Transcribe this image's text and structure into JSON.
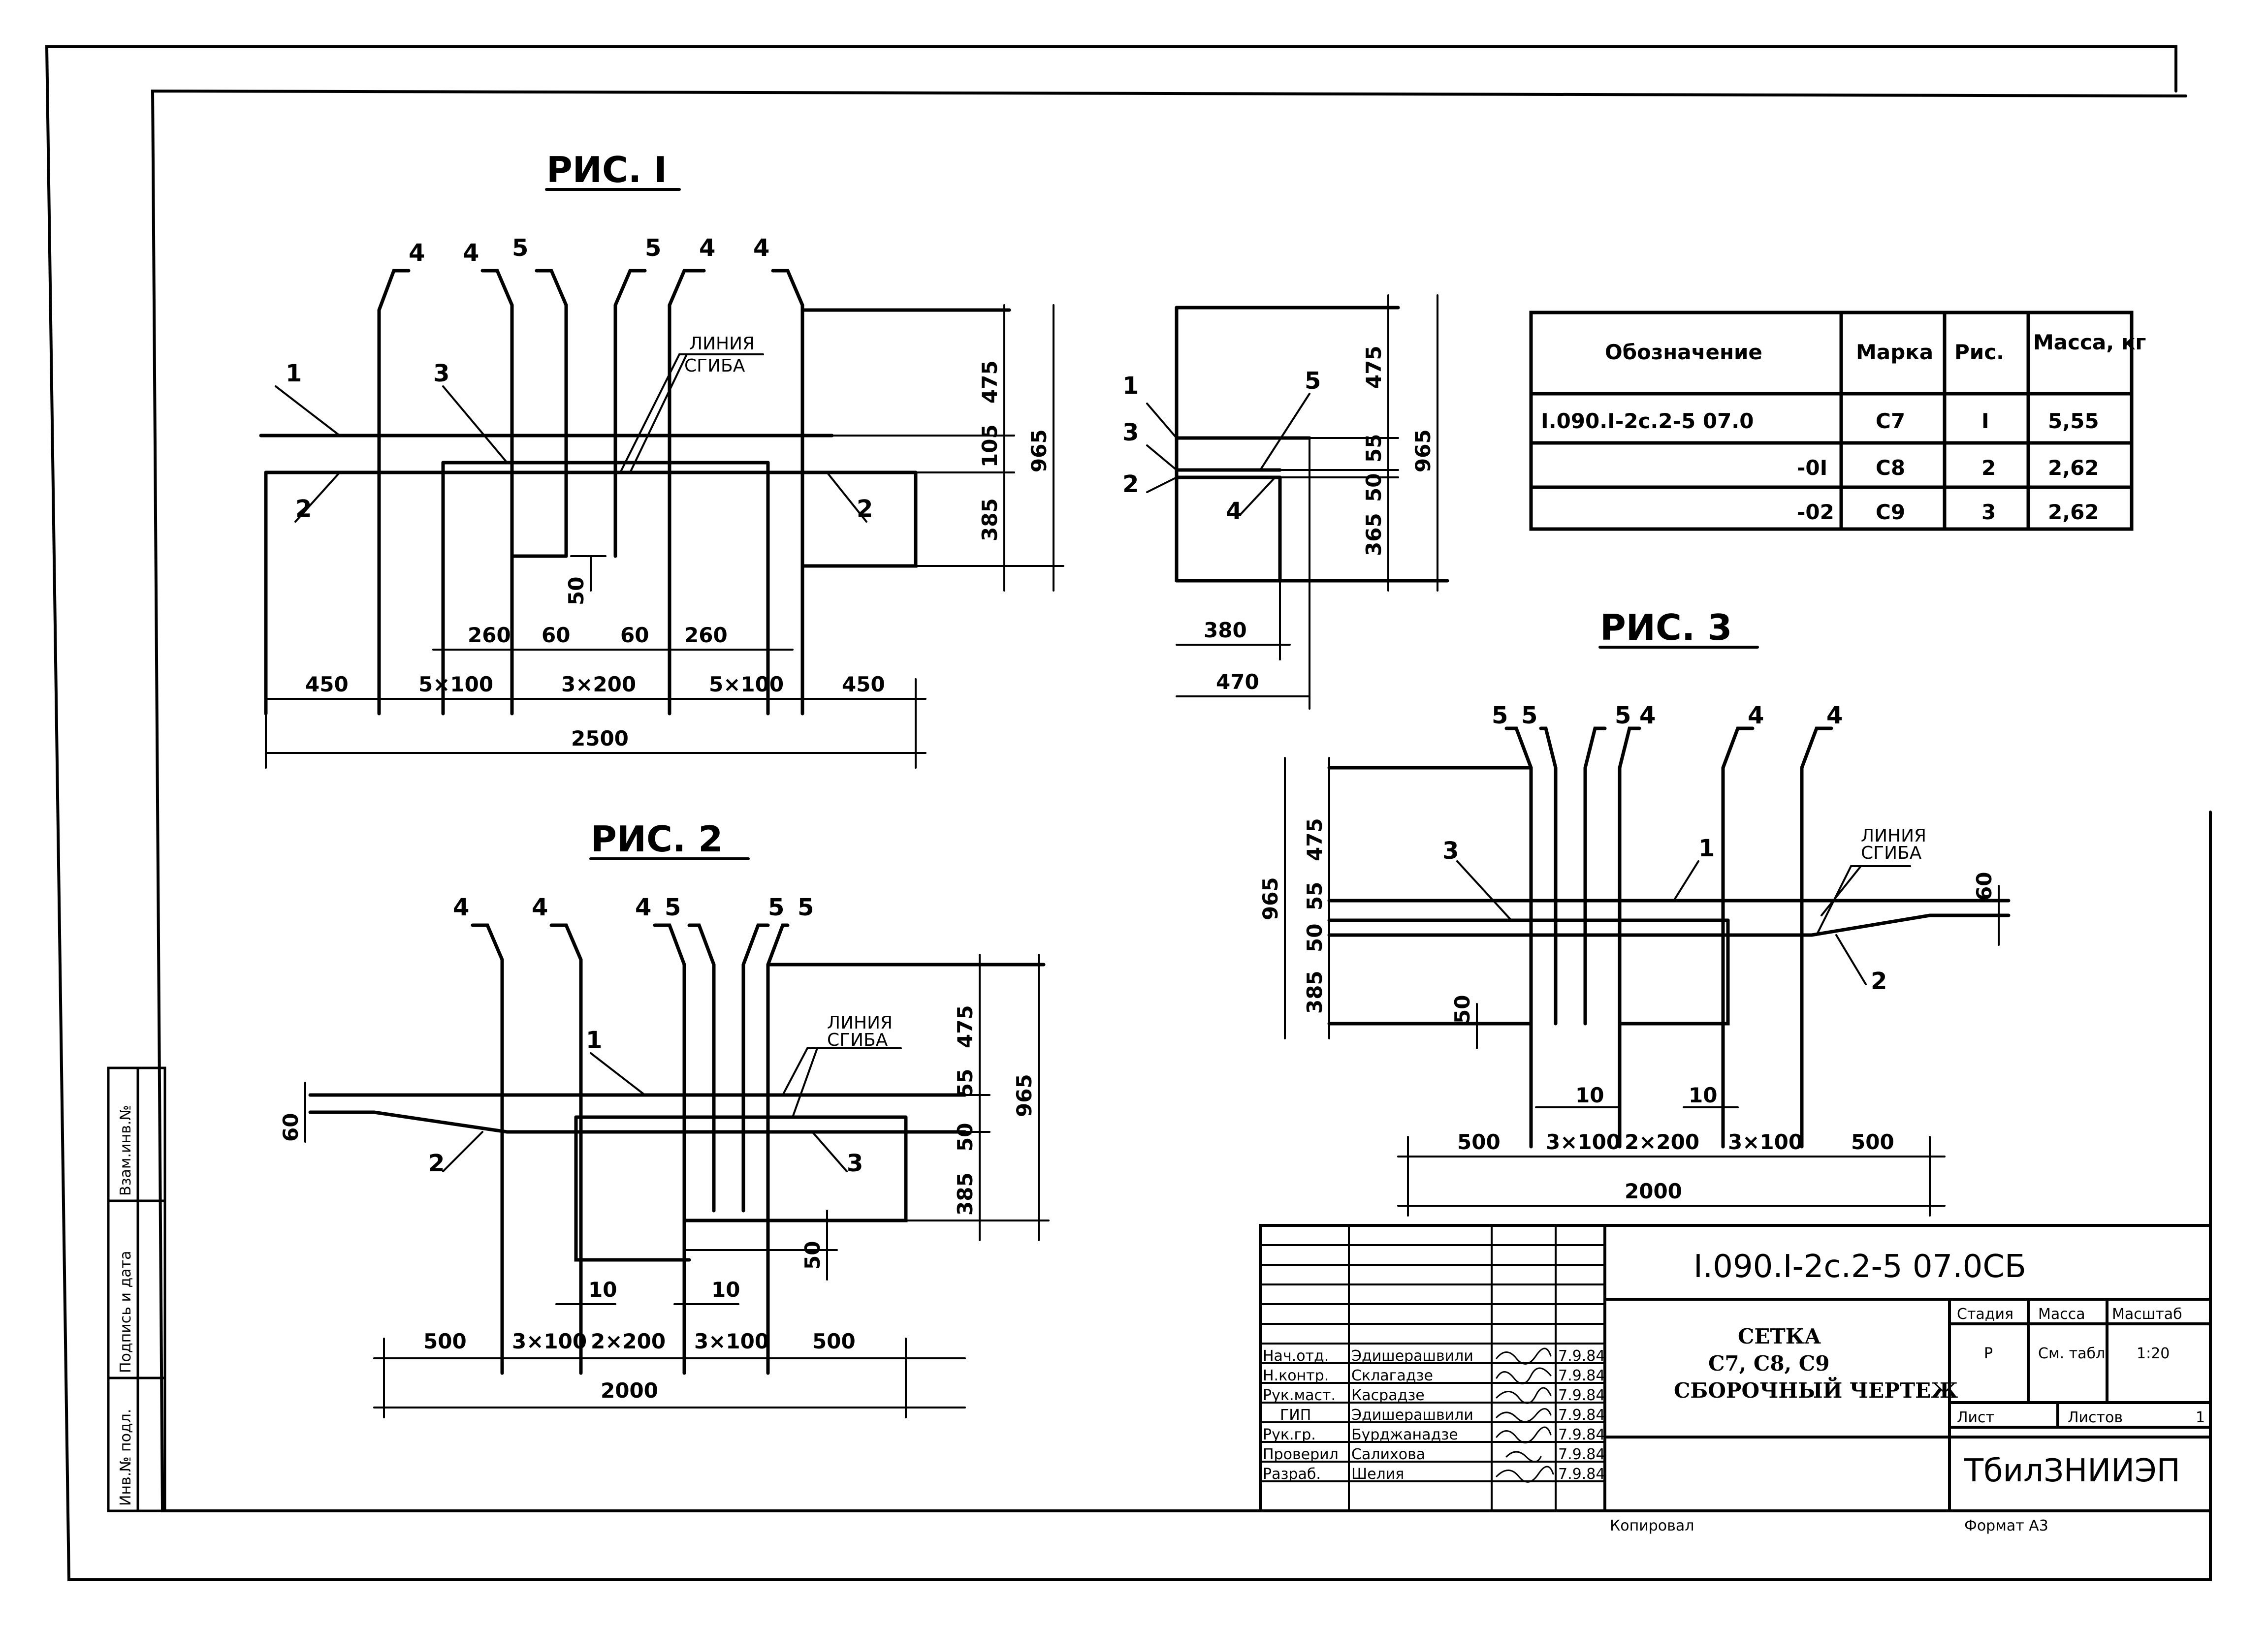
{
  "figures": {
    "fig1": {
      "title": "РИС. I",
      "positions": [
        "4",
        "4",
        "5",
        "5",
        "4",
        "4",
        "1",
        "2",
        "3",
        "2"
      ],
      "bend_line": [
        "ЛИНИЯ",
        "СГИБА"
      ],
      "vdims": [
        "475",
        "105",
        "385",
        "965",
        "50"
      ],
      "hdims_inner": [
        "260",
        "60",
        "60",
        "260"
      ],
      "hdims_mid": [
        "450",
        "5×100",
        "3×200",
        "5×100",
        "450"
      ],
      "hdims_total": "2500"
    },
    "section": {
      "positions": [
        "1",
        "3",
        "2",
        "5",
        "4"
      ],
      "vdims": [
        "475",
        "55",
        "50",
        "365",
        "965"
      ],
      "hdims": [
        "380",
        "470"
      ]
    },
    "fig2": {
      "title": "РИС. 2",
      "positions": [
        "4",
        "4",
        "4",
        "5",
        "5",
        "5",
        "1",
        "2",
        "3"
      ],
      "bend_line": [
        "ЛИНИЯ",
        "СГИБА"
      ],
      "vdims": [
        "475",
        "55",
        "50",
        "385",
        "965",
        "60",
        "50"
      ],
      "small": [
        "10",
        "10"
      ],
      "hdims_mid": [
        "500",
        "3×100",
        "2×200",
        "3×100",
        "500"
      ],
      "hdims_total": "2000"
    },
    "fig3": {
      "title": "РИС. 3",
      "positions": [
        "5",
        "5",
        "5",
        "4",
        "4",
        "4",
        "1",
        "3",
        "2"
      ],
      "bend_line": [
        "ЛИНИЯ",
        "СГИБА"
      ],
      "vdims": [
        "475",
        "55",
        "50",
        "385",
        "965",
        "60",
        "50"
      ],
      "small": [
        "10",
        "10"
      ],
      "hdims_mid": [
        "500",
        "3×100",
        "2×200",
        "3×100",
        "500"
      ],
      "hdims_total": "2000"
    }
  },
  "spec_table": {
    "headers": [
      "Обозначение",
      "Марка",
      "Рис.",
      "Масса, кг"
    ],
    "rows": [
      [
        "I.090.I-2с.2-5 07.0",
        "С7",
        "I",
        "5,55"
      ],
      [
        "-0I",
        "С8",
        "2",
        "2,62"
      ],
      [
        "-02",
        "С9",
        "3",
        "2,62"
      ]
    ]
  },
  "title_block": {
    "doc_code": "I.090.I-2с.2-5 07.0СБ",
    "title_lines": [
      "СЕТКА",
      "С7, С8, С9",
      "СБОРОЧНЫЙ ЧЕРТЕЖ"
    ],
    "signers": [
      {
        "role": "Нач.отд.",
        "name": "Эдишерашвили",
        "date": "7.9.84"
      },
      {
        "role": "Н.контр.",
        "name": "Склагадзе",
        "date": "7.9.84"
      },
      {
        "role": "Рук.маст.",
        "name": "Касрадзе",
        "date": "7.9.84"
      },
      {
        "role": "ГИП",
        "name": "Эдишерашвили",
        "date": "7.9.84"
      },
      {
        "role": "Рук.гр.",
        "name": "Бурджанадзе",
        "date": "7.9.84"
      },
      {
        "role": "Проверил",
        "name": "Салихова",
        "date": "7.9.84"
      },
      {
        "role": "Разраб.",
        "name": "Шелия",
        "date": "7.9.84"
      }
    ],
    "stage_label": "Стадия",
    "mass_label": "Масса",
    "scale_label": "Масштаб",
    "stage_value": "Р",
    "mass_value": "См. табл.",
    "scale_value": "1:20",
    "sheet_label": "Лист",
    "sheets_label": "Листов",
    "sheets_value": "1",
    "org": "ТбилЗНИИЭП",
    "copied": "Копировал",
    "format": "Формат А3"
  },
  "side_stamp": [
    "Инв.№ подл.",
    "Подпись и дата",
    "Взам.инв.№"
  ]
}
